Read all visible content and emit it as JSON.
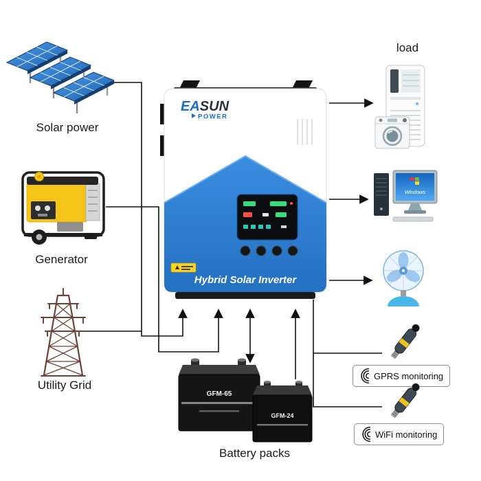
{
  "labels": {
    "solar": "Solar power",
    "generator": "Generator",
    "utility_grid": "Utility Grid",
    "load": "load",
    "battery_packs": "Battery packs",
    "gprs_monitoring": "GPRS monitoring",
    "wifi_monitoring": "WiFi monitoring"
  },
  "inverter": {
    "brand_part1": "EA",
    "brand_part2": "SUN",
    "brand_sub": "POWER",
    "product_label": "Hybrid Solar Inverter"
  },
  "devices": {
    "monitor_screen_text": "Windows",
    "battery_left_model": "GFM-65",
    "battery_right_model": "GFM-24"
  },
  "colors": {
    "inverter_blue": "#2b7fd6",
    "logo_blue": "#1a6fc4",
    "solar_panel_blue": "#2f7fd9",
    "generator_yellow": "#f5c418",
    "tower_brown": "#6b4236",
    "wire_black": "#111111"
  }
}
